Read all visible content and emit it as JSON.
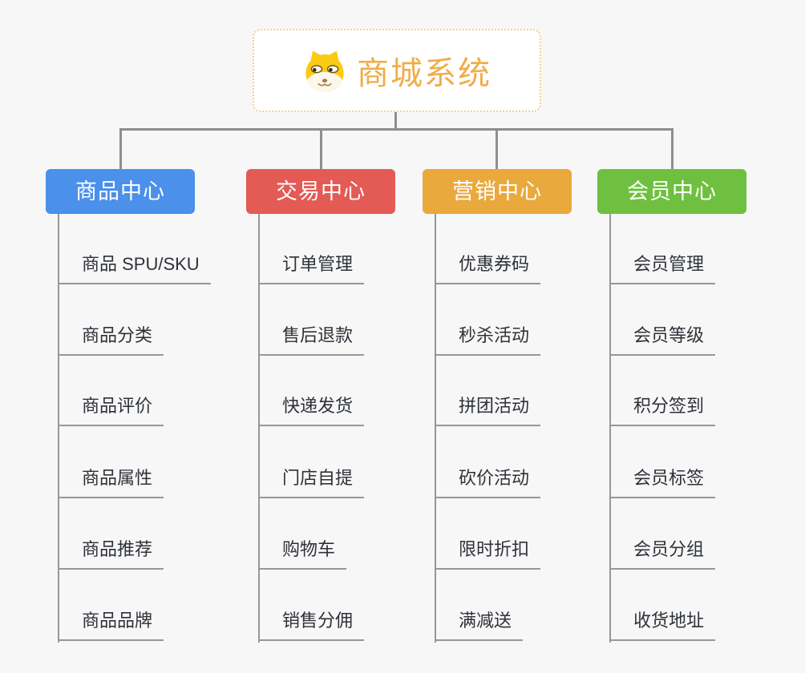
{
  "page": {
    "background": "#f7f7f7",
    "connector_color": "#8e8e8e"
  },
  "root": {
    "title": "商城系统",
    "icon": "doge-face-icon",
    "text_color": "#efad49",
    "border_color": "#f4ce92",
    "background": "#ffffff"
  },
  "branches": [
    {
      "label": "商品中心",
      "color": "#4b90ea",
      "items": [
        "商品 SPU/SKU",
        "商品分类",
        "商品评价",
        "商品属性",
        "商品推荐",
        "商品品牌"
      ]
    },
    {
      "label": "交易中心",
      "color": "#e45a55",
      "items": [
        "订单管理",
        "售后退款",
        "快递发货",
        "门店自提",
        "购物车",
        "销售分佣"
      ]
    },
    {
      "label": "营销中心",
      "color": "#eaa93c",
      "items": [
        "优惠券码",
        "秒杀活动",
        "拼团活动",
        "砍价活动",
        "限时折扣",
        "满减送"
      ]
    },
    {
      "label": "会员中心",
      "color": "#6fc040",
      "items": [
        "会员管理",
        "会员等级",
        "积分签到",
        "会员标签",
        "会员分组",
        "收货地址"
      ]
    }
  ]
}
